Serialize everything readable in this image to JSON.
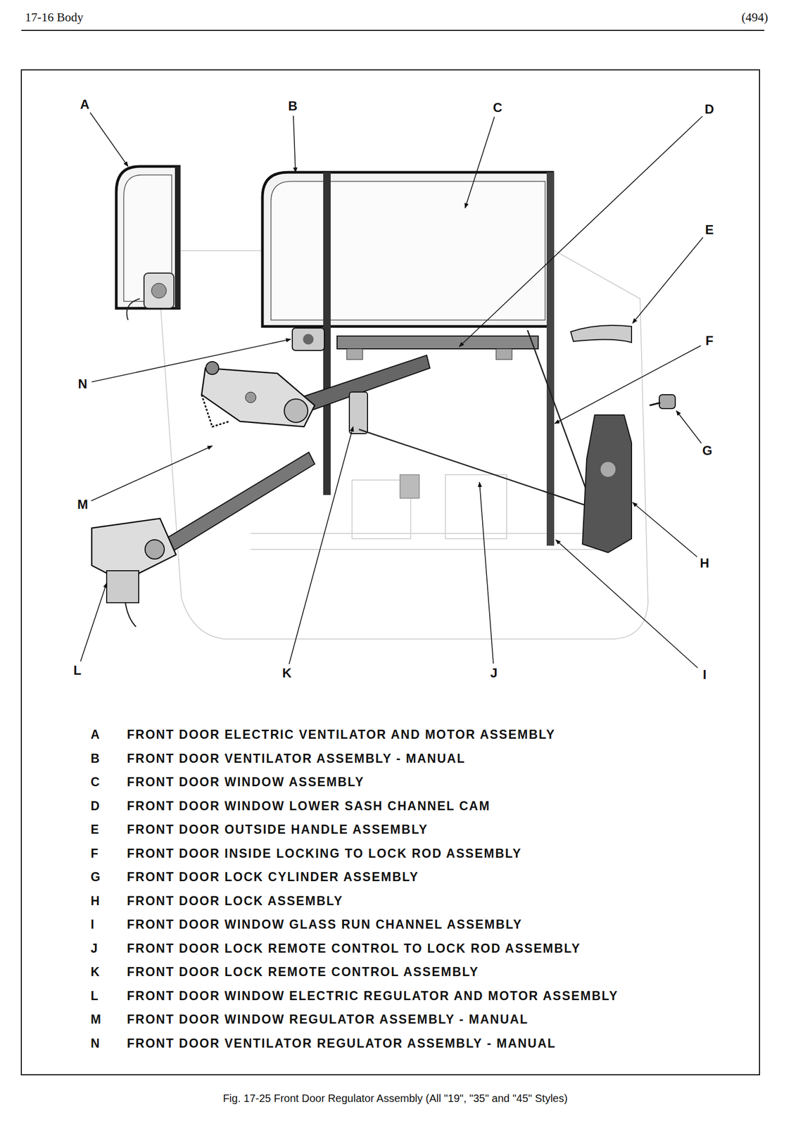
{
  "diagram": {
    "caption": "Fig. 17-25  Front Door Regulator Assembly (All \"19\", \"35\" and \"45\" Styles)",
    "labels": [
      "17-16  Body",
      "(494)",
      "A",
      "B",
      "C",
      "D",
      "E",
      "N",
      "F",
      "G",
      "M",
      "H",
      "L",
      "K",
      "J",
      "I",
      "A",
      "FRONT DOOR ELECTRIC VENTILATOR AND MOTOR ASSEMBLY",
      "B",
      "FRONT DOOR VENTILATOR ASSEMBLY - MANUAL",
      "C",
      "FRONT DOOR WINDOW ASSEMBLY",
      "D",
      "FRONT DOOR WINDOW LOWER SASH CHANNEL CAM",
      "E",
      "FRONT DOOR OUTSIDE HANDLE ASSEMBLY",
      "F",
      "FRONT DOOR INSIDE LOCKING TO LOCK ROD ASSEMBLY",
      "G",
      "FRONT DOOR LOCK CYLINDER ASSEMBLY",
      "H",
      "FRONT DOOR LOCK ASSEMBLY",
      "I",
      "FRONT DOOR WINDOW GLASS RUN CHANNEL ASSEMBLY",
      "J",
      "FRONT DOOR LOCK REMOTE CONTROL TO LOCK ROD ASSEMBLY",
      "K",
      "FRONT DOOR LOCK REMOTE CONTROL ASSEMBLY",
      "L",
      "FRONT DOOR WINDOW ELECTRIC REGULATOR AND MOTOR ASSEMBLY",
      "M",
      "FRONT DOOR WINDOW REGULATOR ASSEMBLY - MANUAL",
      "N",
      "FRONT DOOR VENTILATOR REGULATOR ASSEMBLY - MANUAL"
    ]
  }
}
